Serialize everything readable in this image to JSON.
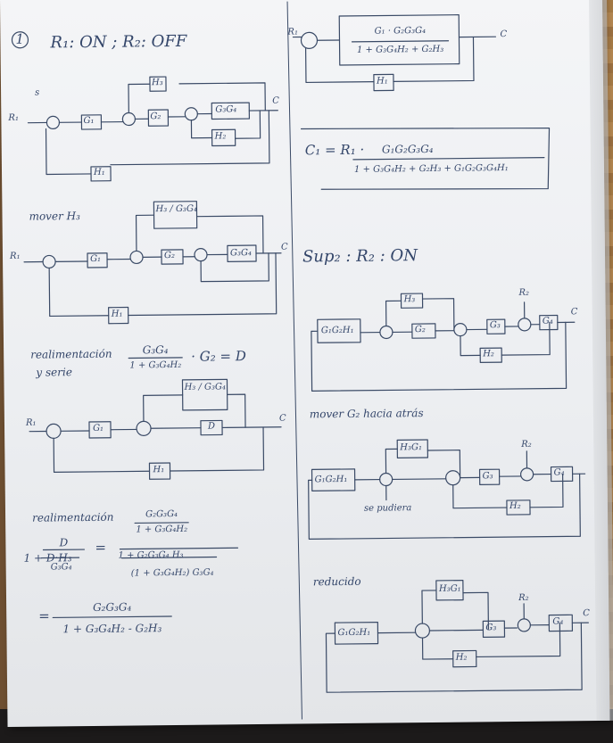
{
  "page": {
    "case1_number": "1",
    "case1_title": "R₁: ON ; R₂: OFF",
    "label_s": "s",
    "label_r1": "R₁",
    "label_c": "C",
    "blocks": {
      "g1": "G₁",
      "g2": "G₂",
      "g3g4": "G₃G₄",
      "h1": "H₁",
      "h2": "H₂",
      "h3": "H₃",
      "d": "D",
      "g3": "G₃",
      "g4": "G₄",
      "g1g2h1": "G₁G₂H₁",
      "h3g1": "H₃G₁",
      "h3_over_g3g4": "H₃ / G₃G₄"
    },
    "mover_h3": "mover H₃",
    "realimentacion_serie_1": "realimentación",
    "realimentacion_serie_2": "y serie",
    "d_num": "G₃G₄",
    "d_den": "1 + G₃G₄H₂",
    "d_times": "· G₂ = D",
    "realimentacion": "realimentación",
    "eq_left_num": "D",
    "eq_left_den_a": "1 + D·H₃",
    "eq_left_den_b": "G₃G₄",
    "eq_mid_top_num": "G₂G₃G₄",
    "eq_mid_top_den": "1 + G₃G₄H₂",
    "eq_mid_den_a": "1 + G₂G₃G₄ H₃",
    "eq_mid_den_b": "(1 + G₃G₄H₂) G₃G₄",
    "eq2_num": "G₂G₃G₄",
    "eq2_den": "1 + G₃G₄H₂ - G₂H₃",
    "top_right_num": "G₁ · G₂G₃G₄",
    "top_right_den": "1 + G₃G₄H₂ + G₂H₃",
    "c1_label": "C₁ = R₁ ·",
    "c1_num": "G₁G₂G₃G₄",
    "c1_den": "1 + G₃G₄H₂ + G₂H₃ + G₁G₂G₃G₄H₁",
    "sup2": "Sup₂ : R₂ : ON",
    "label_r2": "R₂",
    "mover_g2": "mover G₂ hacia atrás",
    "se_pudiera": "se pudiera",
    "reducido": "reducido",
    "label_minus": "-",
    "label_plus": "+"
  }
}
